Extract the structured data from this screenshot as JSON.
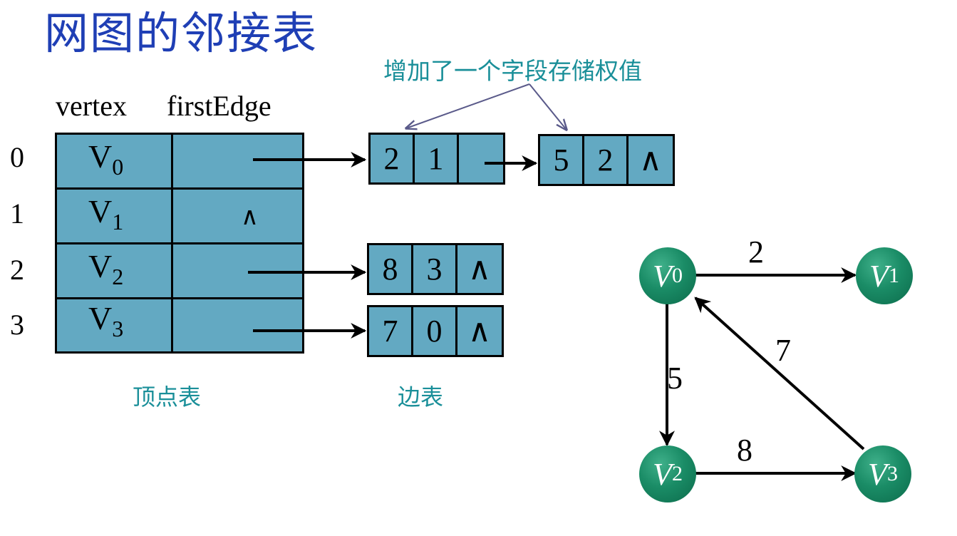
{
  "title": "网图的邻接表",
  "annotation": "增加了一个字段存储权值",
  "headers": {
    "vertex": "vertex",
    "firstEdge": "firstEdge"
  },
  "indices": [
    "0",
    "1",
    "2",
    "3"
  ],
  "vertex_table": [
    {
      "name": "V",
      "sub": "0",
      "firstEdge": ""
    },
    {
      "name": "V",
      "sub": "1",
      "firstEdge": "∧"
    },
    {
      "name": "V",
      "sub": "2",
      "firstEdge": ""
    },
    {
      "name": "V",
      "sub": "3",
      "firstEdge": ""
    }
  ],
  "edge_nodes": [
    {
      "cells": [
        "2",
        "1",
        ""
      ]
    },
    {
      "cells": [
        "5",
        "2",
        "∧"
      ]
    },
    {
      "cells": [
        "8",
        "3",
        "∧"
      ]
    },
    {
      "cells": [
        "7",
        "0",
        "∧"
      ]
    }
  ],
  "captions": {
    "vertex_table": "顶点表",
    "edge_table": "边表"
  },
  "graph": {
    "nodes": [
      {
        "name": "V",
        "sub": "0"
      },
      {
        "name": "V",
        "sub": "1"
      },
      {
        "name": "V",
        "sub": "2"
      },
      {
        "name": "V",
        "sub": "3"
      }
    ],
    "edges": [
      {
        "from": "V0",
        "to": "V1",
        "weight": "2"
      },
      {
        "from": "V0",
        "to": "V2",
        "weight": "5"
      },
      {
        "from": "V2",
        "to": "V3",
        "weight": "8"
      },
      {
        "from": "V3",
        "to": "V0",
        "weight": "7"
      }
    ]
  },
  "colors": {
    "cell_fill": "#63a9c2",
    "node_fill": "#1a8c66",
    "title": "#1f3fb5",
    "annotation": "#1a8f99"
  }
}
